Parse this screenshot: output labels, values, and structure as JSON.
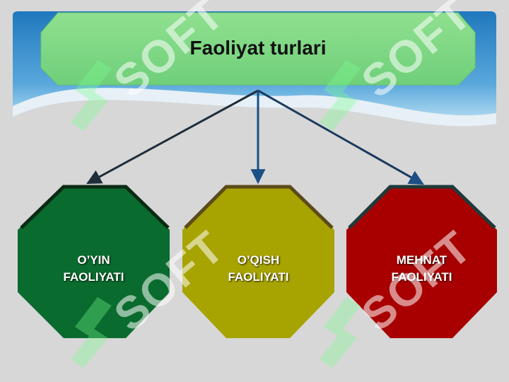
{
  "title": "Faoliyat turlari",
  "nodes": [
    {
      "line1": "O’YIN",
      "line2": "FAOLIYATI",
      "color": "#0a6b2e"
    },
    {
      "line1": "O’QISH",
      "line2": "FAOLIYATI",
      "color": "#a7a300"
    },
    {
      "line1": "MEHNAT",
      "line2": "FAOLIYATI",
      "color": "#a80000"
    }
  ],
  "colors": {
    "title_box": "#7ed87e",
    "banner_blue": "#2d8ac8",
    "background": "#d7d7d7",
    "arrow_dark": "#1f2d3a",
    "arrow_blue": "#1c4f86"
  },
  "watermark": "SOFT"
}
